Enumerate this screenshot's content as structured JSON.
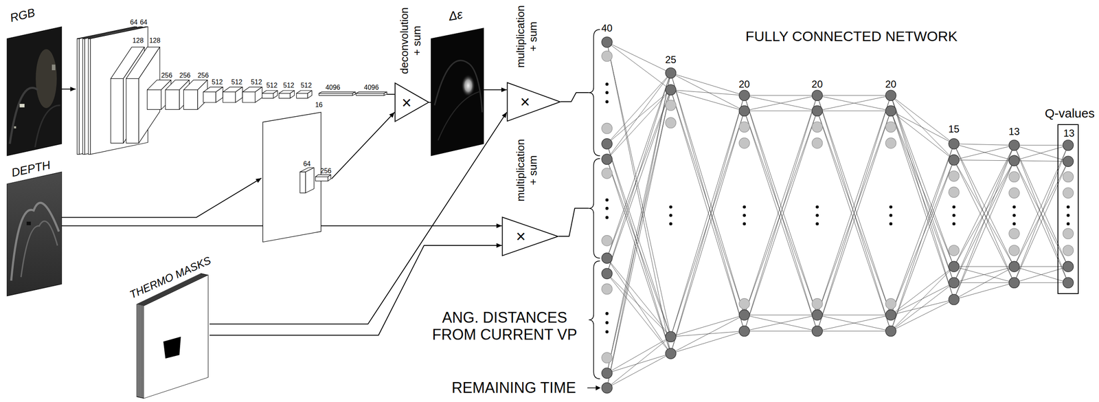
{
  "diagram": {
    "nodes": [
      {
        "text": [
          "RGB"
        ]
      },
      {
        "text": [
          "64",
          "64",
          "128",
          "128",
          "256",
          "256",
          "256",
          "512",
          "512",
          "512",
          "512",
          "512",
          "512",
          "4096",
          "4096"
        ]
      },
      {
        "text": [
          "DEPTH"
        ]
      },
      {
        "text": [
          "16",
          "64",
          "256"
        ]
      },
      {
        "text": [
          "THERMO MASKS"
        ]
      },
      {
        "text": [
          "deconvolution + sum",
          "×"
        ]
      },
      {
        "text": [
          "Δε"
        ]
      },
      {
        "text": [
          "multiplication + sum",
          "×"
        ]
      },
      {
        "text": [
          "multiplication + sum",
          "×"
        ]
      },
      {
        "text": [
          "40"
        ]
      },
      {
        "text": [
          "Q-values",
          "13"
        ]
      }
    ],
    "edges": [
      {
        "from": 0,
        "to": 1,
        "arrow": "to"
      },
      {
        "from": 1,
        "to": 5,
        "arrow": "none"
      },
      {
        "from": 2,
        "to": 3,
        "arrow": "to"
      },
      {
        "from": 2,
        "to": 8,
        "arrow": "to"
      },
      {
        "from": 3,
        "to": 5,
        "arrow": "to"
      },
      {
        "from": 5,
        "to": 6,
        "arrow": "none"
      },
      {
        "from": 6,
        "to": 7,
        "arrow": "to"
      },
      {
        "from": 4,
        "to": 7,
        "arrow": "to"
      },
      {
        "from": 4,
        "to": 8,
        "arrow": "to"
      },
      {
        "from": 7,
        "to": 9,
        "arrow": "none"
      },
      {
        "from": 8,
        "to": 9,
        "arrow": "none"
      }
    ],
    "labels": [
      "FULLY CONNECTED NETWORK",
      "25",
      "20",
      "20",
      "20",
      "15",
      "13",
      "ANG. DISTANCES FROM CURRENT VP",
      "REMAINING TIME"
    ]
  }
}
